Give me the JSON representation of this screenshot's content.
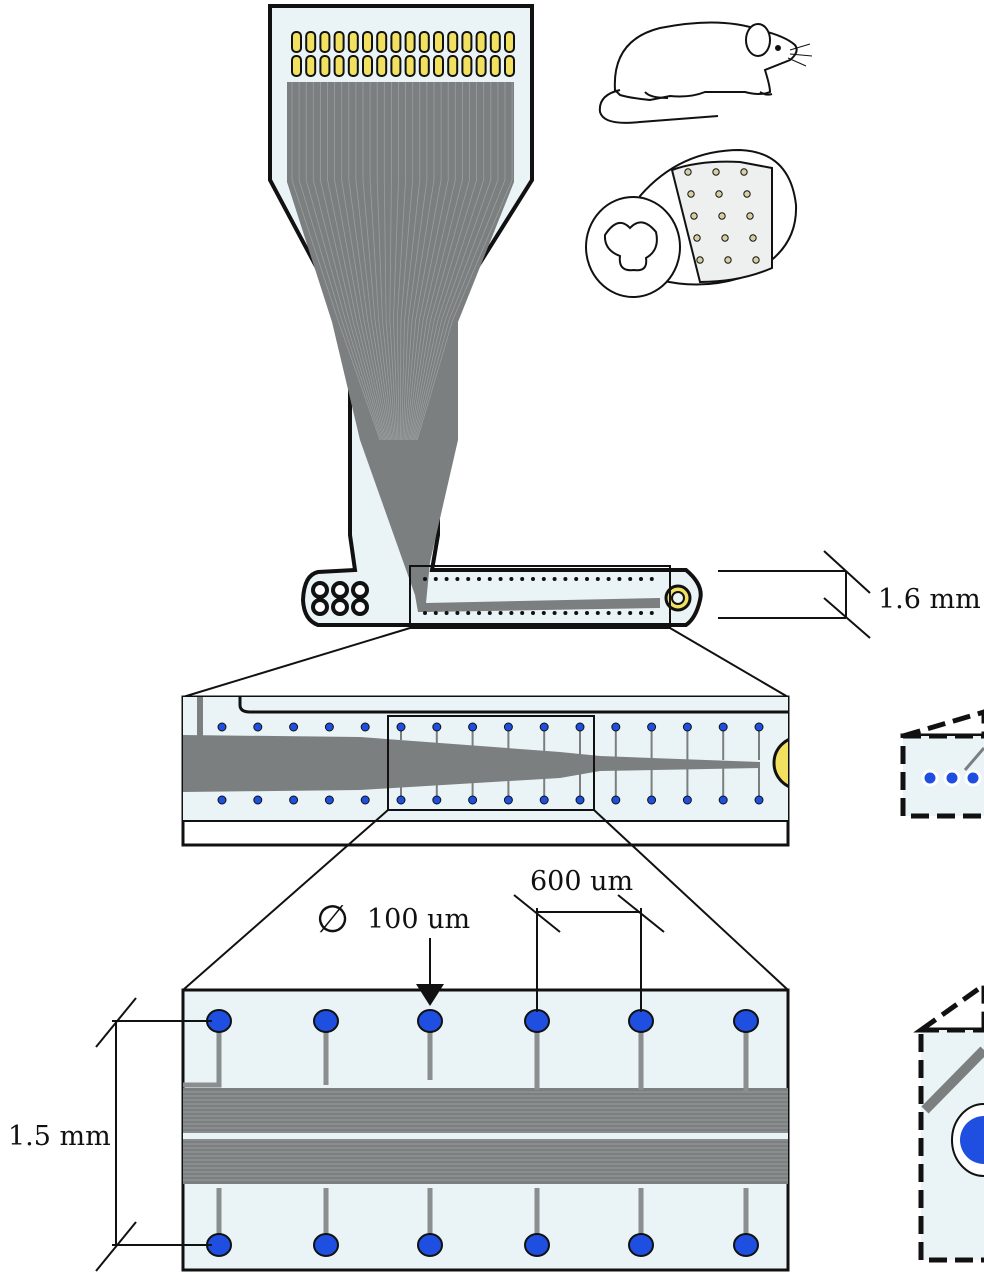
{
  "labels": {
    "width_16": "1.6 mm",
    "pitch": "600 um",
    "diameter_symbol": "∅",
    "diameter": "100 um",
    "height_15": "1.5 mm"
  },
  "illustrations": {
    "animal": "rat-illustration",
    "implant": "spinal-cord-with-implant-illustration"
  },
  "colors": {
    "substrate": "#eaf3f5",
    "trace": "#7b7f7f",
    "electrode": "#1f4fe0",
    "contact_pad": "#f2e160",
    "outline": "#111111"
  }
}
